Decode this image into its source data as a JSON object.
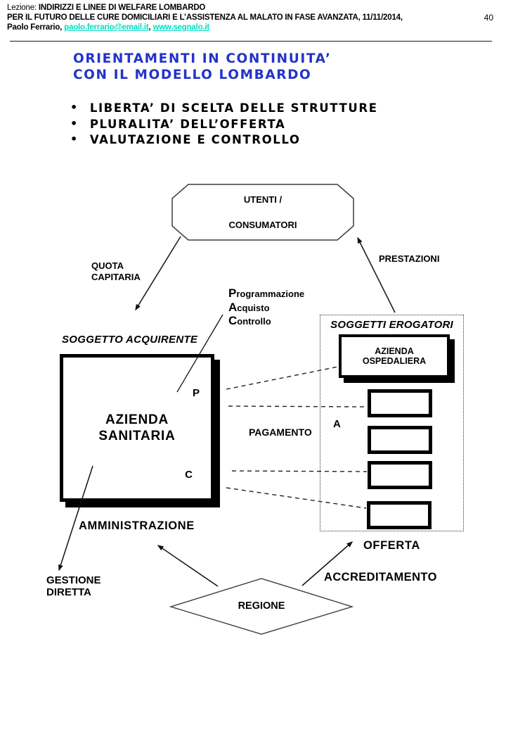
{
  "header": {
    "lesson_prefix": "Lezione: ",
    "lesson_title": "INDIRIZZI E LINEE DI WELFARE LOMBARDO",
    "line2": "PER IL FUTURO DELLE CURE DOMICILIARI E L’ASSISTENZA AL MALATO IN FASE AVANZATA, 11/11/2014,",
    "author": "Paolo Ferrario, ",
    "email_link": "paolo.ferrario@email.it",
    "separator": ", ",
    "site_link": "www.segnalo.it",
    "page_number": "40"
  },
  "title": {
    "line1": "ORIENTAMENTI IN CONTINUITA’",
    "line2": "CON IL MODELLO LOMBARDO"
  },
  "bullets": [
    "LIBERTA’ DI SCELTA DELLE STRUTTURE",
    "PLURALITA’ DELL’OFFERTA",
    "VALUTAZIONE E CONTROLLO"
  ],
  "diagram": {
    "octagon": {
      "line1": "UTENTI /",
      "line2": "CONSUMATORI"
    },
    "quota": {
      "line1": "QUOTA",
      "line2": "CAPITARIA"
    },
    "prestazioni": "PRESTAZIONI",
    "pac": {
      "p_init": "P",
      "p_rest": "rogrammazione",
      "a_init": "A",
      "a_rest": "cquisto",
      "c_init": "C",
      "c_rest": "ontrollo"
    },
    "soggetto_acquirente": "SOGGETTO ACQUIRENTE",
    "azienda_sanitaria": {
      "line1": "AZIENDA",
      "line2": "SANITARIA"
    },
    "letter_p": "P",
    "letter_c": "C",
    "letter_a": "A",
    "pagamento": "PAGAMENTO",
    "soggetti_erogatori": "SOGGETTI EROGATORI",
    "azienda_ospedaliera": {
      "line1": "AZIENDA",
      "line2": "OSPEDALIERA"
    },
    "amministrazione": "AMMINISTRAZIONE",
    "gestione": {
      "line1": "GESTIONE",
      "line2": "DIRETTA"
    },
    "regione": "REGIONE",
    "offerta": "OFFERTA",
    "accreditamento": "ACCREDITAMENTO"
  },
  "colors": {
    "title_blue": "#2333cb",
    "link_teal": "#00ddc4",
    "shape_stroke": "#3d3d3d"
  }
}
